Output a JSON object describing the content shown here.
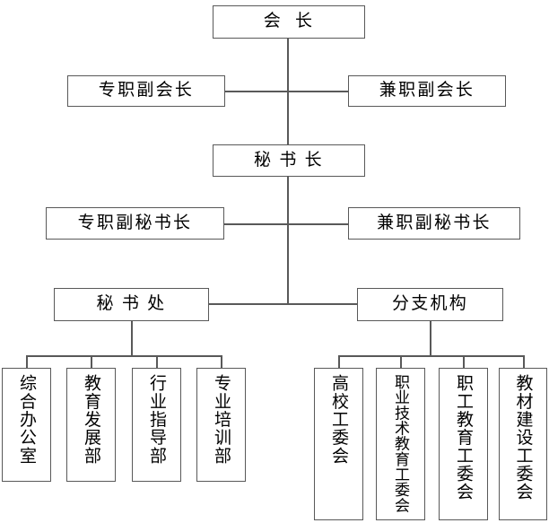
{
  "diagram": {
    "type": "organization-chart",
    "title": "",
    "line_color": "#595959",
    "box_fill": "#ffffff",
    "text_color": "#000000",
    "nodes": {
      "president": "会  长",
      "vice_president_full_time": "专职副会长",
      "vice_president_part_time": "兼职副会长",
      "secretary_general": "秘 书 长",
      "deputy_sg_full_time": "专职副秘书长",
      "deputy_sg_part_time": "兼职副秘书长",
      "secretariat": "秘 书 处",
      "branches": "分支机构"
    },
    "secretariat_children": [
      {
        "label": "综合办公室"
      },
      {
        "label": "教育发展部"
      },
      {
        "label": "行业指导部"
      },
      {
        "label": "专业培训部"
      }
    ],
    "branch_children": [
      {
        "label": "高校工委会"
      },
      {
        "label": "职业技术教育工委会"
      },
      {
        "label": "职工教育工委会"
      },
      {
        "label": "教材建设工委会"
      }
    ]
  }
}
